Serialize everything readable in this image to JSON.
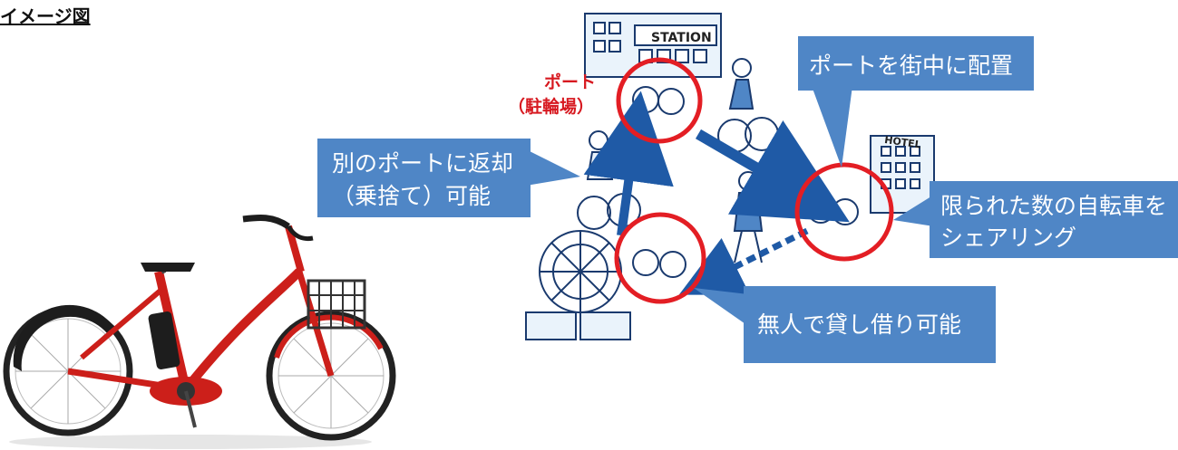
{
  "title": "イメージ図",
  "port_label": {
    "line1": "ポート",
    "line2": "（駐輪場）"
  },
  "callouts": {
    "return_anywhere": {
      "line1": "別のポートに返却",
      "line2": "（乗捨て）可能"
    },
    "ports_in_town": {
      "line1": "ポートを街中に配置"
    },
    "sharing": {
      "line1": "限られた数の自転車を",
      "line2": "シェアリング"
    },
    "unmanned": {
      "line1": "無人で貸し借り可能"
    }
  },
  "signs": {
    "station": "STATION",
    "hotel": "HOTEL"
  },
  "colors": {
    "callout": "#4f86c6",
    "circle": "#e31e24",
    "arrow": "#1f5aa6",
    "port_label": "#d71920",
    "bike_red": "#cc1f1a"
  }
}
